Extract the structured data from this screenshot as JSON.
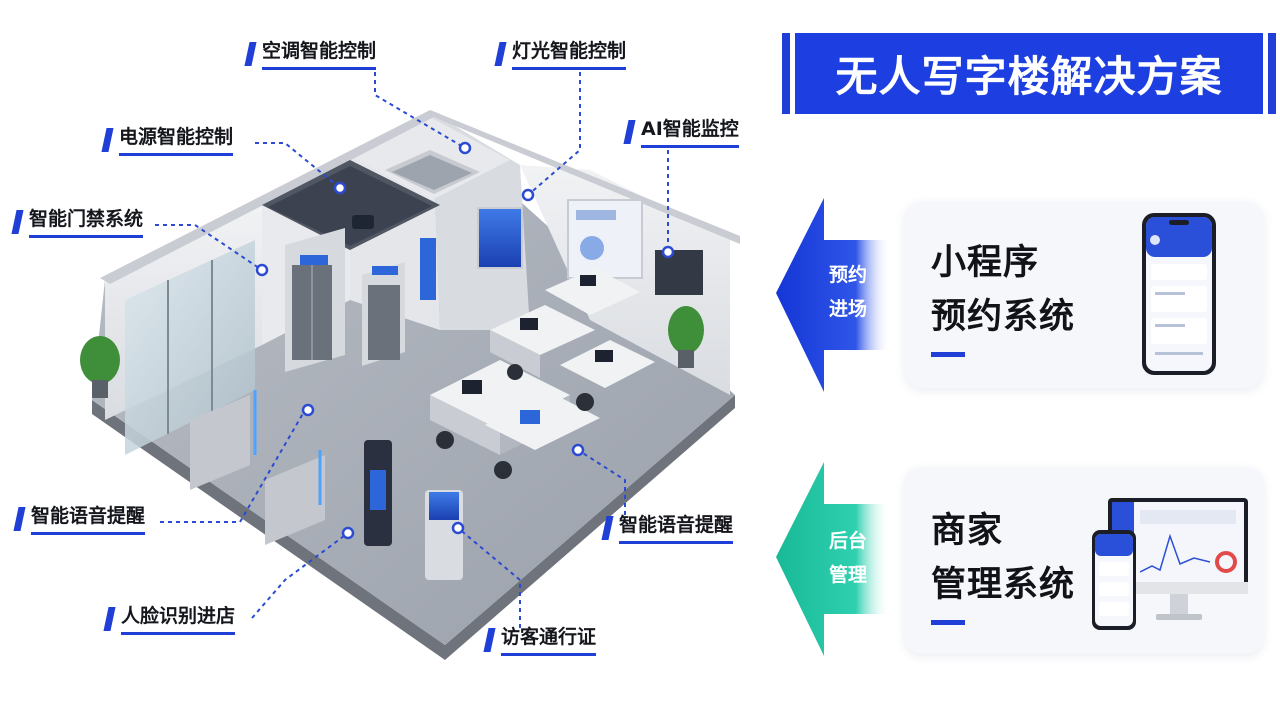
{
  "title": "无人写字楼解决方案",
  "callouts": [
    {
      "id": "ac",
      "label": "空调智能控制"
    },
    {
      "id": "light",
      "label": "灯光智能控制"
    },
    {
      "id": "power",
      "label": "电源智能控制"
    },
    {
      "id": "ai",
      "label": "AI智能监控"
    },
    {
      "id": "door",
      "label": "智能门禁系统"
    },
    {
      "id": "voice_left",
      "label": "智能语音提醒"
    },
    {
      "id": "voice_right",
      "label": "智能语音提醒"
    },
    {
      "id": "face",
      "label": "人脸识别进店"
    },
    {
      "id": "visitor",
      "label": "访客通行证"
    }
  ],
  "panels": [
    {
      "arrow_label_1": "预约",
      "arrow_label_2": "进场",
      "title_1": "小程序",
      "title_2": "预约系统",
      "arrow_color": "#1f3fd6"
    },
    {
      "arrow_label_1": "后台",
      "arrow_label_2": "管理",
      "title_1": "商家",
      "title_2": "管理系统",
      "arrow_color": "#22c3a6"
    }
  ],
  "colors": {
    "accent": "#1f3fd6",
    "teal": "#22c3a6"
  }
}
